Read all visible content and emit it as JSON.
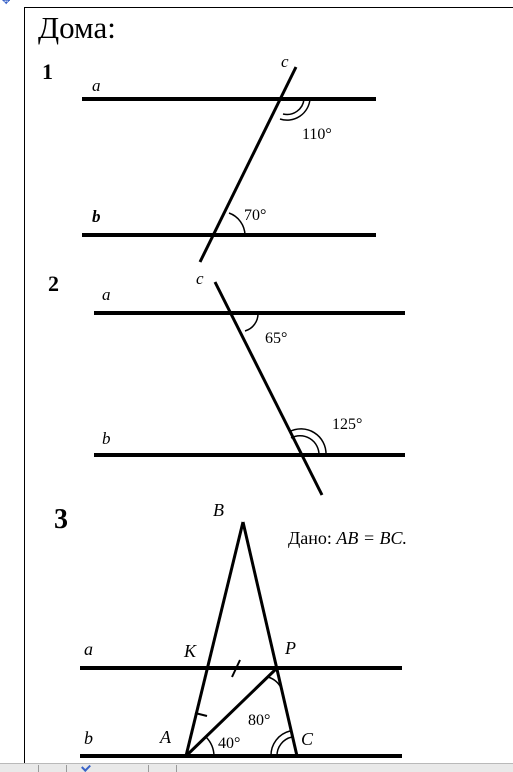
{
  "header": {
    "title": "Дома:"
  },
  "problem1": {
    "number": "1",
    "line_a": "a",
    "line_b": "b",
    "line_c": "c",
    "angle_top": "110°",
    "angle_bottom": "70°"
  },
  "problem2": {
    "number": "2",
    "line_a": "a",
    "line_b": "b",
    "line_c": "c",
    "angle_top": "65°",
    "angle_bottom": "125°"
  },
  "problem3": {
    "number": "3",
    "given_label": "Дано: ",
    "given_expr": "AB = BC.",
    "point_B": "B",
    "point_K": "K",
    "point_P": "P",
    "point_A": "A",
    "point_C": "C",
    "line_a": "a",
    "line_b": "b",
    "angle_80": "80°",
    "angle_40": "40°"
  },
  "colors": {
    "ink": "#000000",
    "marker": "#3a63c8",
    "status_bar": "#e9e9e9"
  }
}
